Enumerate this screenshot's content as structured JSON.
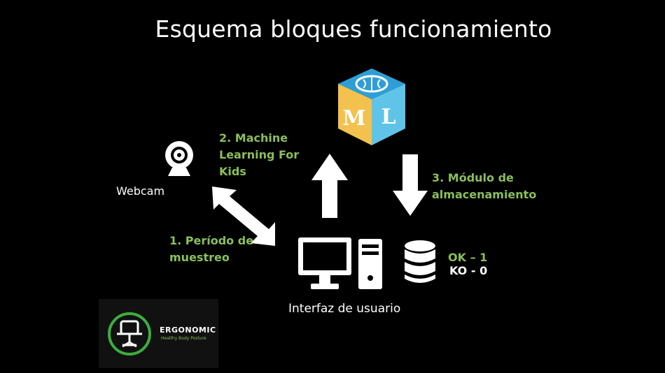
{
  "title": "Esquema bloques funcionamiento",
  "webcam": {
    "label": "Webcam",
    "icon": "webcam-icon"
  },
  "step1": {
    "line1": "1. Período de",
    "line2": "muestreo"
  },
  "step2": {
    "line1": "2. Machine",
    "line2": "Learning For Kids"
  },
  "step3": {
    "line1": "3. Módulo de",
    "line2": "almacenamiento"
  },
  "ml_logo": {
    "letter_m": "M",
    "letter_l": "L",
    "icon": "brain-icon"
  },
  "storage": {
    "icon": "database-icon",
    "ok": "OK – 1",
    "ko": "KO - 0"
  },
  "interface": {
    "label": "Interfaz de usuario",
    "icon": "computer-icon"
  },
  "ergonomic": {
    "name": "ERGONOMIC",
    "tagline": "Healthy Body Posture",
    "icon": "chair-icon"
  },
  "colors": {
    "background": "#000000",
    "accent_green": "#8bbf5a",
    "arrow": "#ffffff"
  }
}
